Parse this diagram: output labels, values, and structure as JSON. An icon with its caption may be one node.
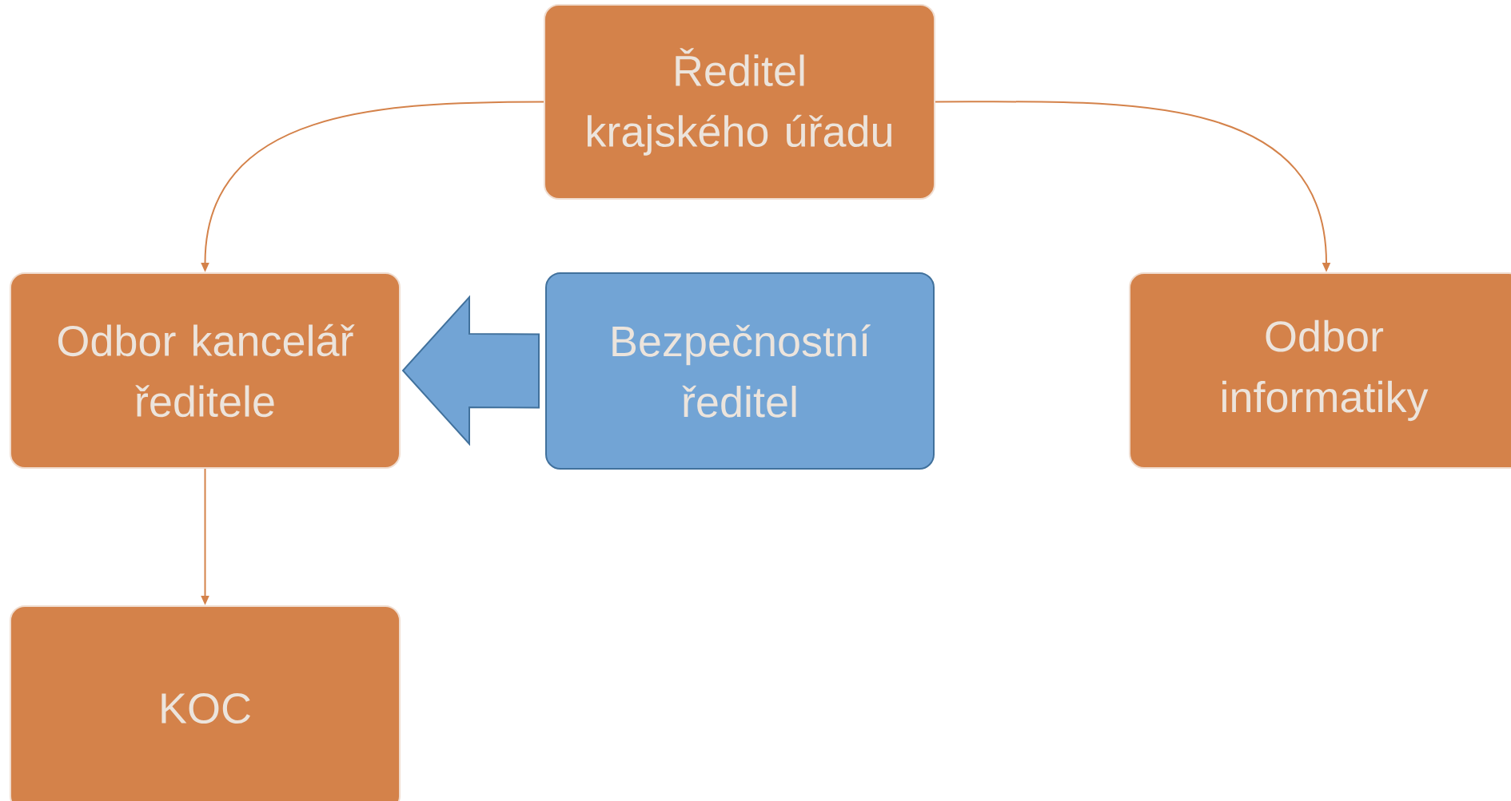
{
  "diagram": {
    "nodes": [
      {
        "text": [
          "Ředitel krajského úřadu"
        ]
      },
      {
        "text": [
          "Odbor kancelář ředitele"
        ]
      },
      {
        "text": [
          "Bezpečnostní ředitel"
        ]
      },
      {
        "text": [
          "Odbor informatiky"
        ]
      },
      {
        "text": [
          "KOC"
        ]
      }
    ],
    "edges": [
      {
        "from": 0,
        "to": 1,
        "arrow": "to"
      },
      {
        "from": 0,
        "to": 3,
        "arrow": "to"
      },
      {
        "from": 2,
        "to": 1,
        "arrow": "to",
        "style": "thick",
        "color": "#72a4d5"
      },
      {
        "from": 1,
        "to": 4,
        "arrow": "to"
      }
    ]
  }
}
